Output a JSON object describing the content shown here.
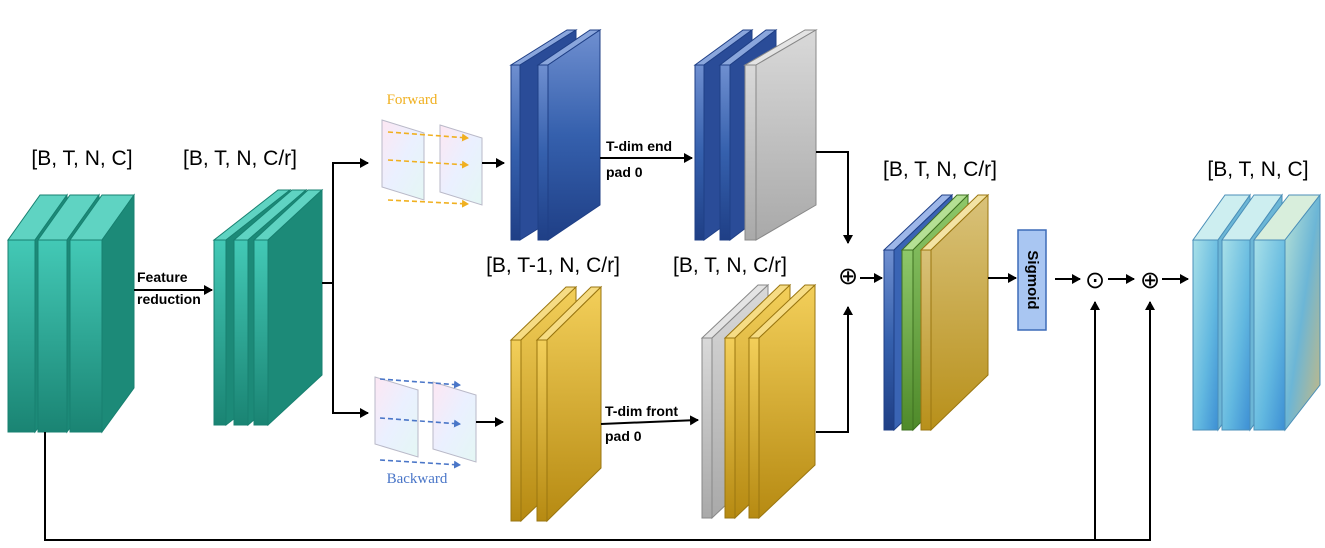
{
  "labels": {
    "input_shape": "[B, T, N, C]",
    "reduced_shape": "[B, T, N, C/r]",
    "forward_out_shape": "[B, T-1, N, C/r]",
    "padded_shape": "[B, T, N, C/r]",
    "concat_shape": "[B, T, N, C/r]",
    "output_shape": "[B, T, N, C]"
  },
  "ops": {
    "feature_reduction_line1": "Feature",
    "feature_reduction_line2": "reduction",
    "pad_end_line1": "T-dim end",
    "pad_end_line2": "pad 0",
    "pad_front_line1": "T-dim front",
    "pad_front_line2": "pad 0",
    "forward": "Forward",
    "backward": "Backward",
    "sigmoid": "Sigmoid",
    "add_symbol": "⊕",
    "mul_symbol": "⊙"
  },
  "colors": {
    "teal": "#1f9e8a",
    "blue": "#2f55a4",
    "gold": "#c9a020",
    "gray": "#b8b8b8",
    "green": "#5e9a34",
    "cyan": "#4aaed8",
    "forward_arrow": "#f0b020",
    "backward_arrow": "#4a76c8",
    "sigmoid_box": "#a9c6f2"
  }
}
